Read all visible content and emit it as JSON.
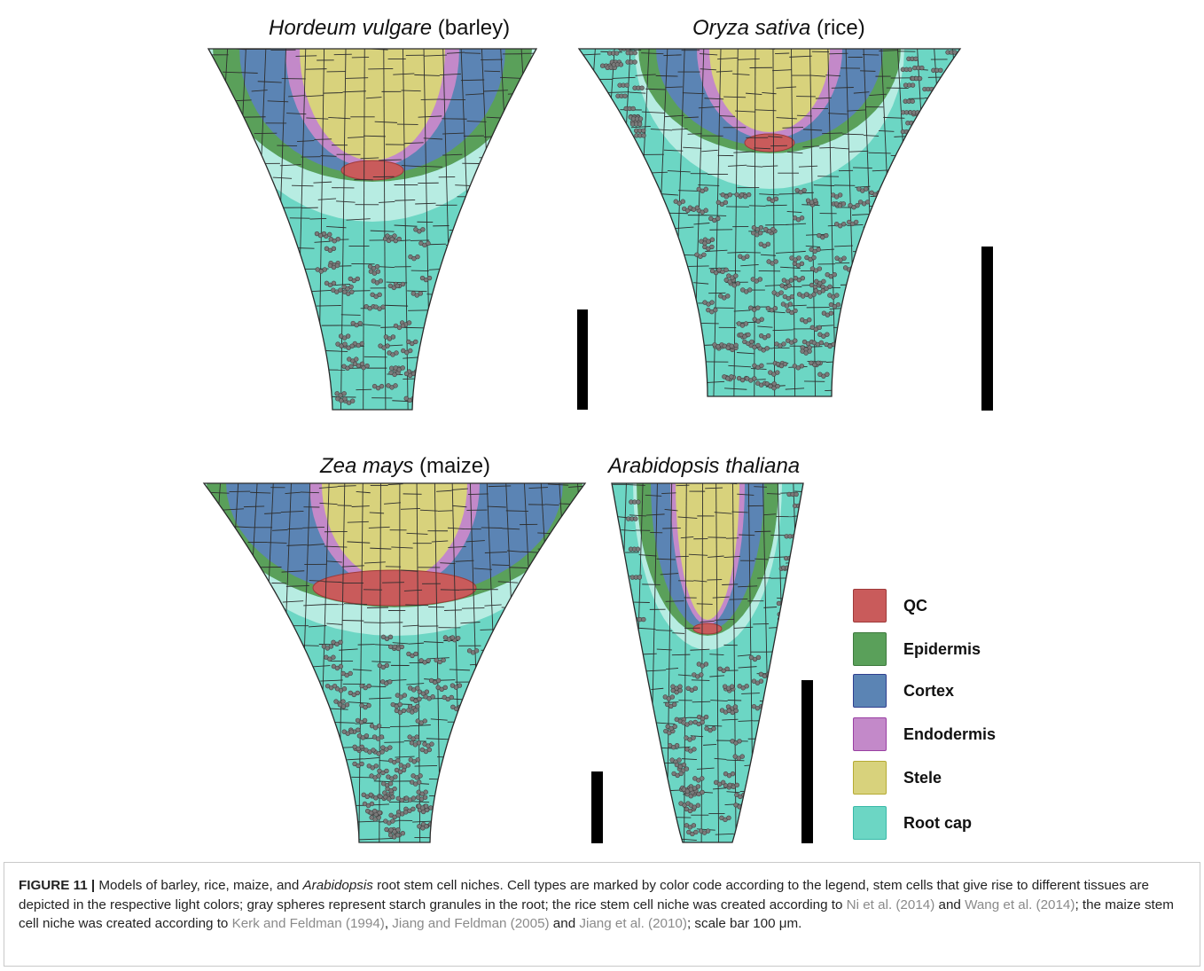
{
  "panels": [
    {
      "id": "barley",
      "title_italic": "Hordeum vulgare",
      "title_rest": " (barley)"
    },
    {
      "id": "rice",
      "title_italic": "Oryza sativa",
      "title_rest": " (rice)"
    },
    {
      "id": "maize",
      "title_italic": "Zea mays",
      "title_rest": " (maize)"
    },
    {
      "id": "arabidopsis",
      "title_italic": "Arabidopsis thaliana",
      "title_rest": ""
    }
  ],
  "legend": [
    {
      "label": "QC",
      "fill": "#c95b5b",
      "stroke": "#9e3a3a"
    },
    {
      "label": "Epidermis",
      "fill": "#5aa05a",
      "stroke": "#3d7a3d"
    },
    {
      "label": "Cortex",
      "fill": "#5b84b4",
      "stroke": "#2f3f8f"
    },
    {
      "label": "Endodermis",
      "fill": "#c389c9",
      "stroke": "#9a3fa3"
    },
    {
      "label": "Stele",
      "fill": "#d8d27c",
      "stroke": "#b5ab34"
    },
    {
      "label": "Root cap",
      "fill": "#6cd6c4",
      "stroke": "#38b8a8"
    }
  ],
  "colors": {
    "qc": "#c95b5b",
    "qc_stroke": "#9e3a3a",
    "epidermis": "#5aa05a",
    "epidermis_light": "#a6d1a2",
    "cortex": "#5b84b4",
    "cortex_light": "#a9c3dd",
    "endodermis": "#c389c9",
    "endodermis_light": "#ddbce0",
    "stele": "#d8d27c",
    "stele_light": "#eeeac0",
    "rootcap": "#6cd6c4",
    "rootcap_light": "#b7ece2",
    "cell_border": "#2e2e2e",
    "granule": "#7a7a7a",
    "scale_bar": "#000000"
  },
  "caption": {
    "label": "FIGURE 11 |",
    "t1": " Models of barley, rice, maize, and ",
    "t1_italic": "Arabidopsis",
    "t2": " root stem cell niches. Cell types are marked by color code according to the legend, stem cells that give rise to different tissues are depicted in the respective light colors; gray spheres represent starch granules in the root; the rice stem cell niche was created according to ",
    "ref1": "Ni et al. (2014)",
    "t3": " and ",
    "ref2": "Wang et al. (2014)",
    "t4": "; the maize stem cell niche was created according to ",
    "ref3": "Kerk and Feldman (1994)",
    "t5": ", ",
    "ref4": "Jiang and Feldman (2005)",
    "t6": " and ",
    "ref5": "Jiang et al. (2010)",
    "t7": "; scale bar 100 μm."
  }
}
